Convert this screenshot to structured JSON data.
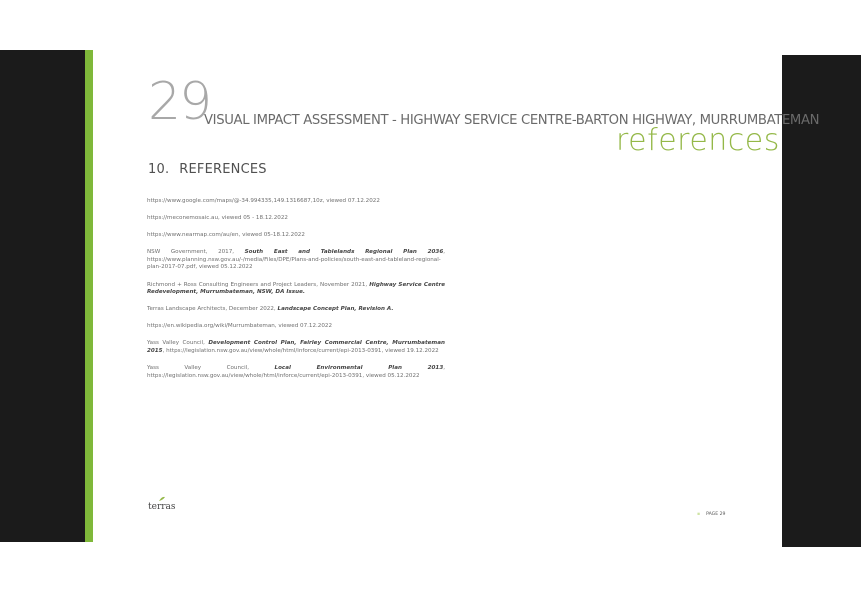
{
  "header": {
    "chapter_number": "29",
    "title": "VISUAL IMPACT ASSESSMENT - HIGHWAY SERVICE CENTRE-BARTON HIGHWAY, MURRUMBATEMAN",
    "section_word": "references"
  },
  "section": {
    "number": "10.",
    "title": "REFERENCES"
  },
  "references": [
    {
      "text": "https://www.google.com/maps/@-34.994335,149.1316687,10z, viewed 07.12.2022"
    },
    {
      "text": "https://meconemosaic.au, viewed 05 - 18.12.2022"
    },
    {
      "text": "https://www.nearmap.com/au/en, viewed 05-18.12.2022"
    },
    {
      "pre": "NSW Government, 2017, ",
      "em": "South East and Tablelands Regional Plan 2036",
      "post": ", https://www.planning.nsw.gov.au/-/media/Files/DPE/Plans-and-policies/south-east-and-tableland-regional-plan-2017-07.pdf, viewed 05.12.2022"
    },
    {
      "pre": "Richmond + Ross Consulting Engineers and Project Leaders, November 2021, ",
      "em": "Highway Service Centre Redevelopment, Murrumbateman, NSW, DA Issue.",
      "post": ""
    },
    {
      "pre": "Terras Landscape Architects, December 2022, ",
      "em": "Landscape Concept Plan, Revision A.",
      "post": ""
    },
    {
      "text": "https://en.wikipedia.org/wiki/Murrumbateman, viewed 07.12.2022"
    },
    {
      "pre": "Yass Valley Council, ",
      "em": "Development Control Plan, Fairley Commercial Centre, Murrumbateman 2015",
      "post": ", https://legislation.nsw.gov.au/view/whole/html/inforce/current/epi-2013-0391, viewed 19.12.2022"
    },
    {
      "pre": "Yass Valley Council, ",
      "em": "Local Environmental Plan 2013",
      "post": ", https://legislation.nsw.gov.au/view/whole/html/inforce/current/epi-2013-0391, viewed 05.12.2022"
    }
  ],
  "logo": {
    "text": "terras"
  },
  "footer": {
    "page_label": "PAGE 29"
  },
  "colors": {
    "accent_green": "#94b848",
    "strip_green": "#7fb83a",
    "panel_dark": "#1b1b1b"
  }
}
